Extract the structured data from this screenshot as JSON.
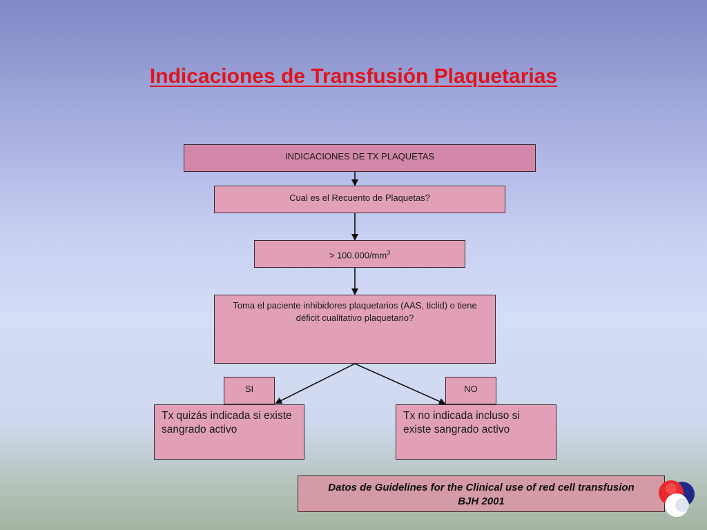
{
  "title": "Indicaciones de Transfusión Plaquetarias",
  "boxes": {
    "header": "INDICACIONES DE  TX  PLAQUETAS",
    "question_count": "Cual es el Recuento  de Plaquetas?",
    "count_value": "> 100.000/mm",
    "count_sup": "3",
    "question_inhibitors": "Toma el paciente inhibidores plaquetarios (AAS, ticlid) o tiene déficit cualitativo plaquetario?",
    "yes_label": "SI",
    "no_label": "NO",
    "yes_result": "Tx quizás indicada si existe sangrado activo",
    "no_result": "Tx no indicada incluso si existe sangrado activo"
  },
  "source": {
    "line1": "Datos de Guidelines for the Clinical use of red cell transfusion",
    "line2": "BJH 2001"
  },
  "colors": {
    "title": "#e0141c",
    "box_fill": "#e1a0b8",
    "box_fill_dark": "#d387a8",
    "source_fill": "#d49aa5"
  }
}
